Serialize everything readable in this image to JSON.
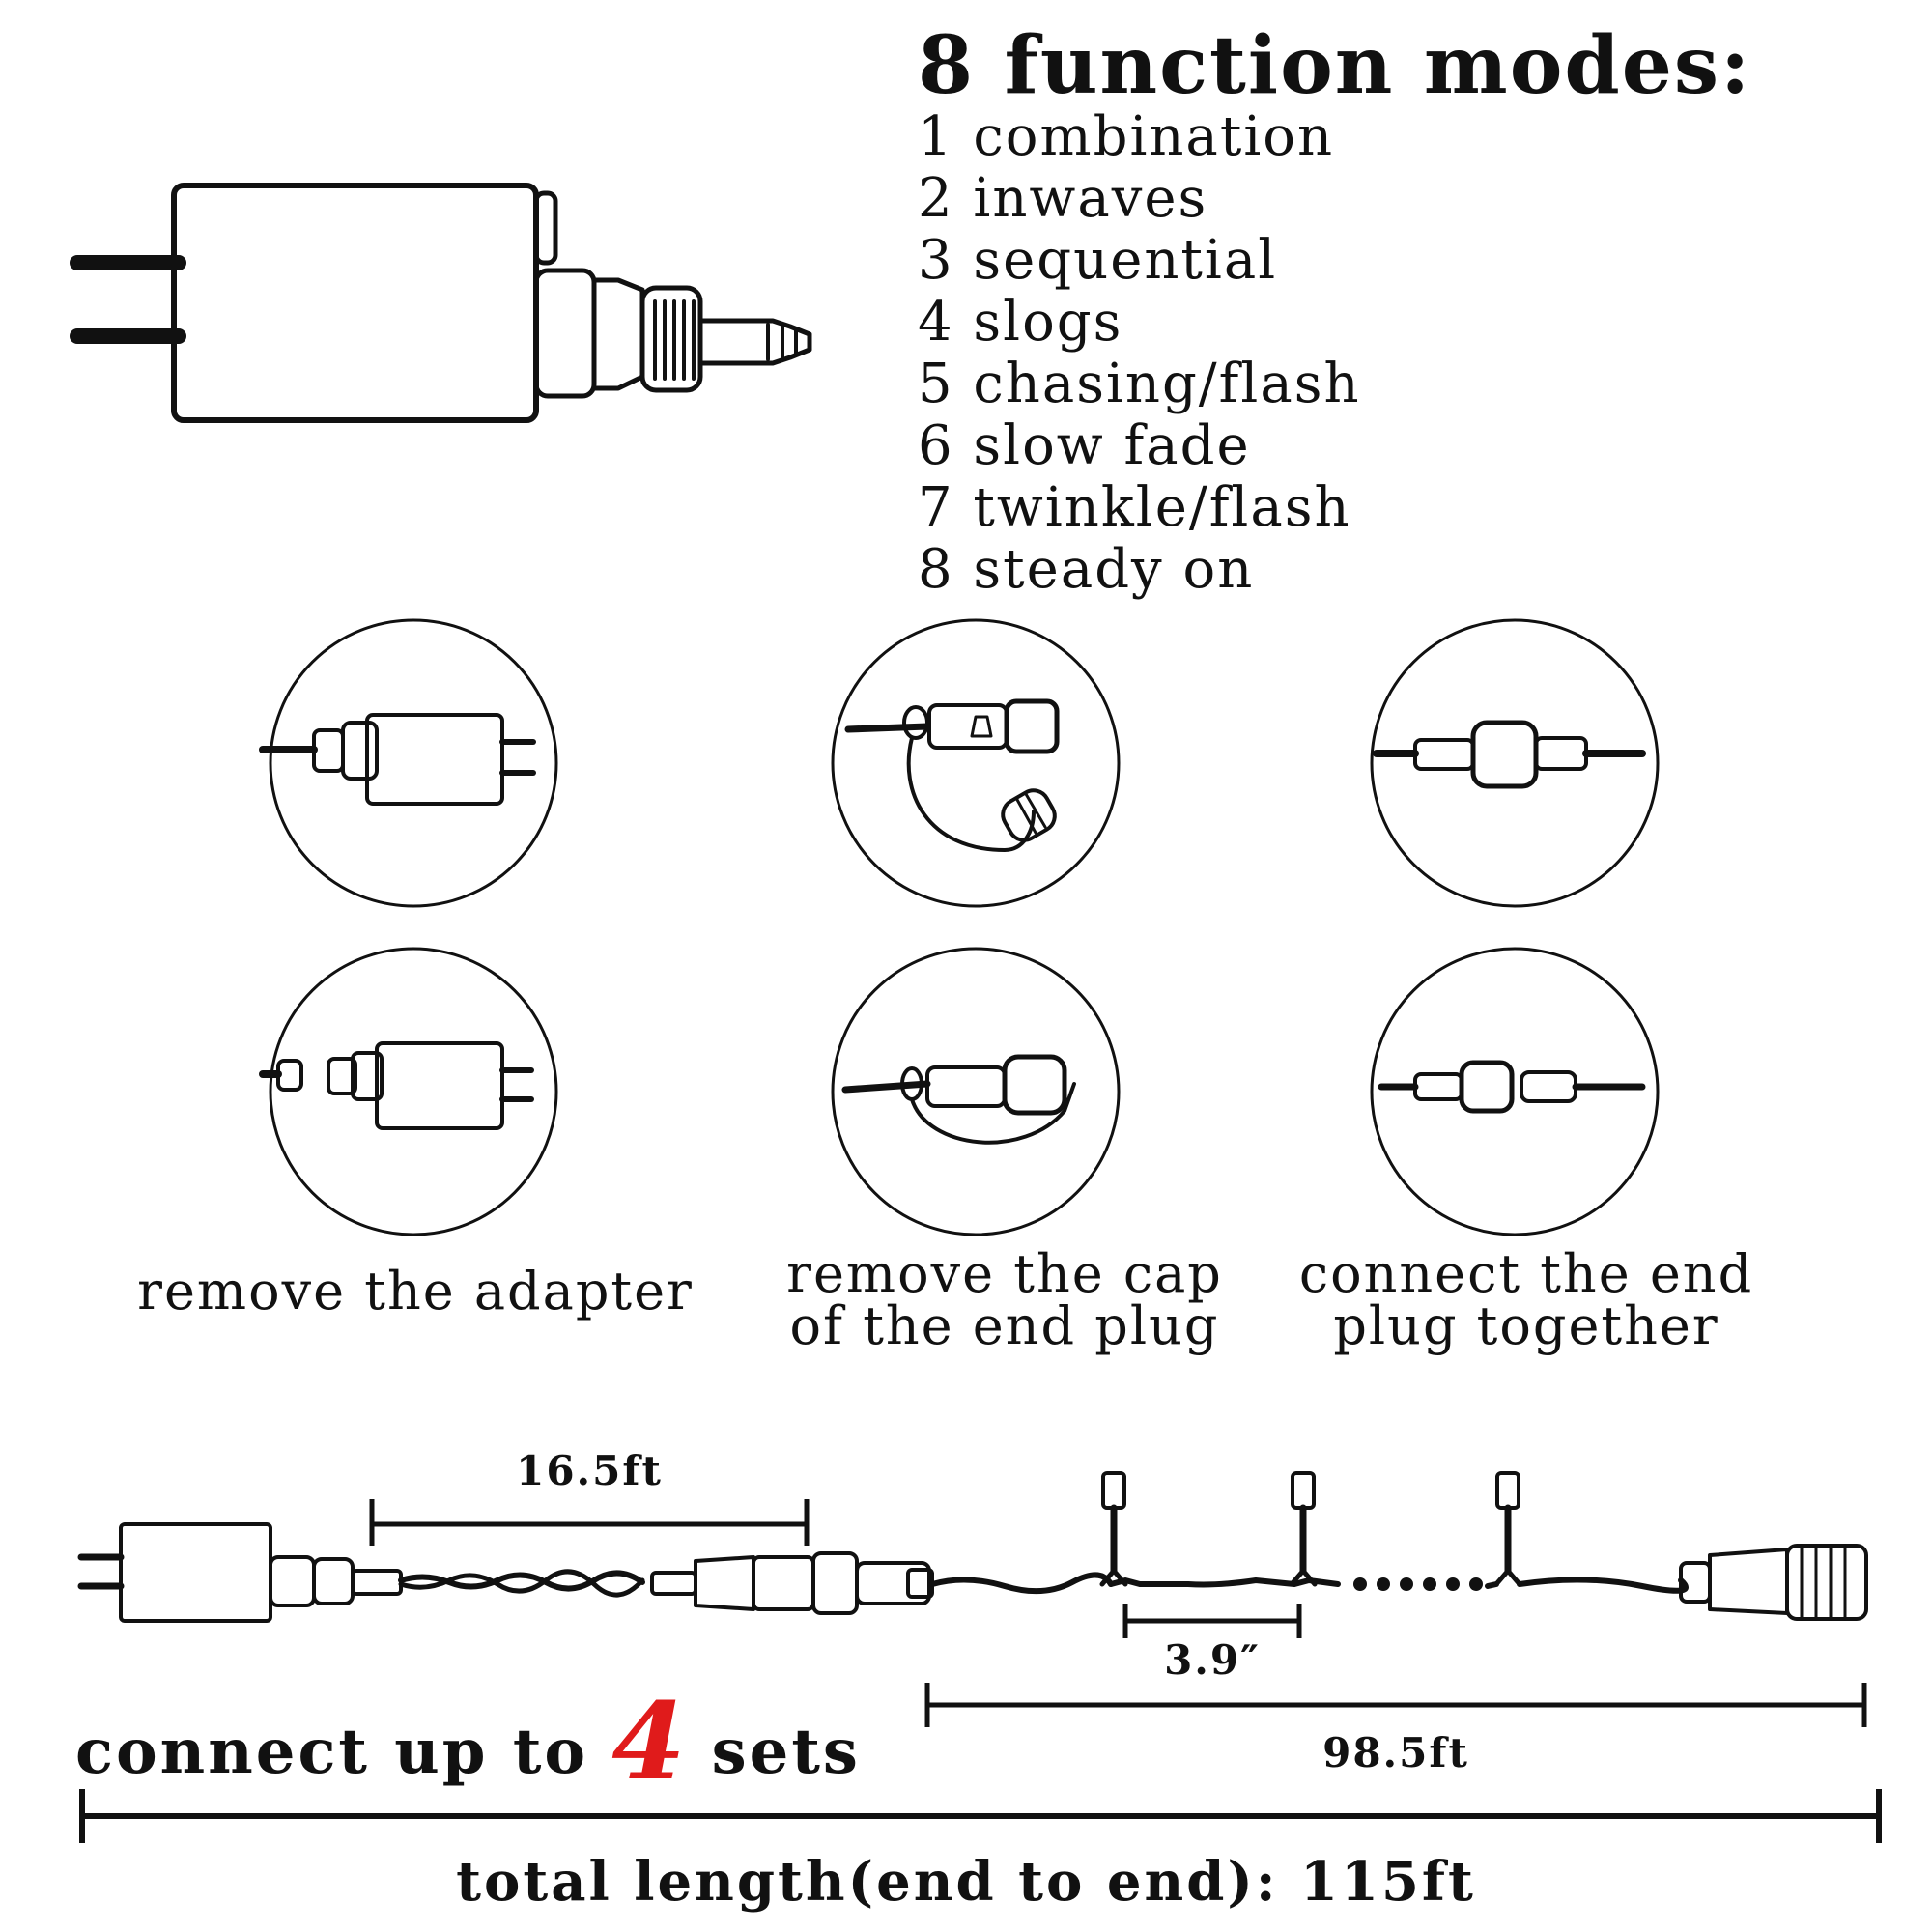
{
  "modes": {
    "title": "8 function modes:",
    "items": [
      "1 combination",
      "2 inwaves",
      "3 sequential",
      "4 slogs",
      "5 chasing/flash",
      "6 slow fade",
      "7 twinkle/flash",
      "8 steady on"
    ]
  },
  "steps": {
    "remove_adapter": "remove the adapter",
    "remove_cap_line1": "remove the cap",
    "remove_cap_line2": "of the end plug",
    "connect_line1": "connect the end",
    "connect_line2": "plug together"
  },
  "strand": {
    "lead_length": "16.5ft",
    "bulb_spacing": "3.9″",
    "light_length": "98.5ft"
  },
  "connect": {
    "prefix": "connect up to",
    "count": "4",
    "suffix": "sets"
  },
  "total": {
    "label": "total length(end to end): 115ft"
  },
  "colors": {
    "line": "#111111",
    "accent": "#e01b1b"
  }
}
